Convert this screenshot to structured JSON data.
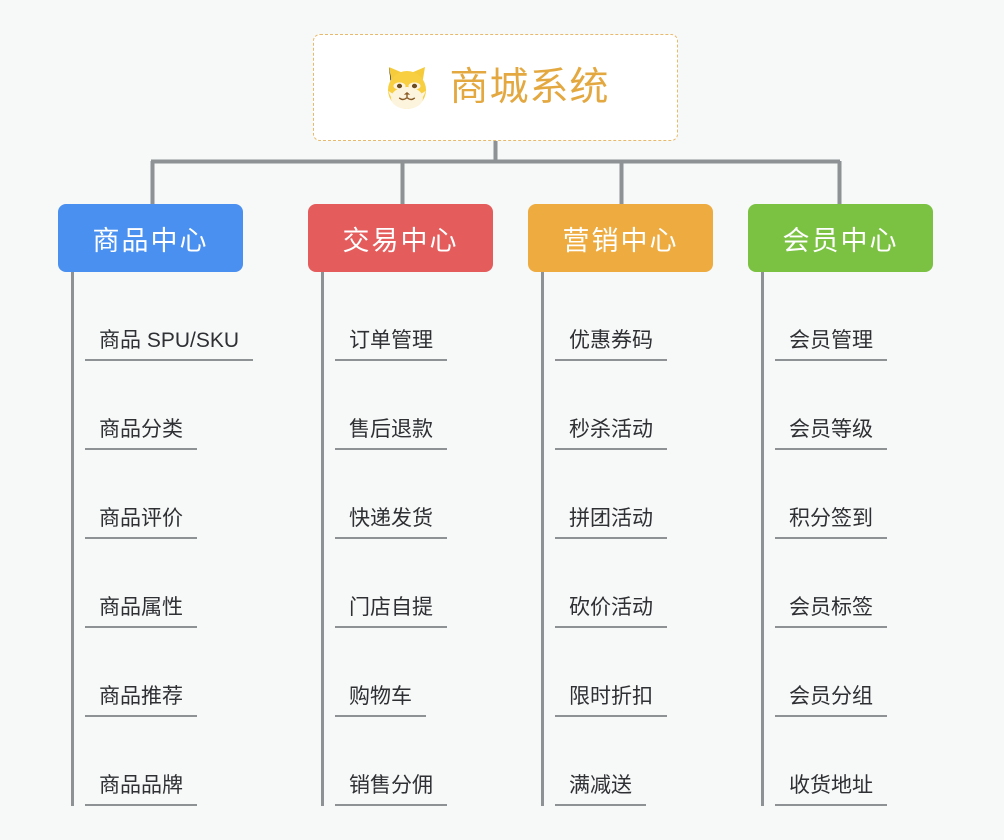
{
  "background_color": "#f7f8f8",
  "root": {
    "title": "商城系统",
    "icon": "shiba-dog-icon",
    "title_color": "#e3a840",
    "border_color": "#e8b96a",
    "background": "#ffffff"
  },
  "connector_color": "#8e9294",
  "columns": [
    {
      "category": "商品中心",
      "color": "#4a90f0",
      "items": [
        "商品 SPU/SKU",
        "商品分类",
        "商品评价",
        "商品属性",
        "商品推荐",
        "商品品牌"
      ]
    },
    {
      "category": "交易中心",
      "color": "#e55c5c",
      "items": [
        "订单管理",
        "售后退款",
        "快递发货",
        "门店自提",
        "购物车",
        "销售分佣"
      ]
    },
    {
      "category": "营销中心",
      "color": "#eeab3f",
      "items": [
        "优惠券码",
        "秒杀活动",
        "拼团活动",
        "砍价活动",
        "限时折扣",
        "满减送"
      ]
    },
    {
      "category": "会员中心",
      "color": "#7bc142",
      "items": [
        "会员管理",
        "会员等级",
        "积分签到",
        "会员标签",
        "会员分组",
        "收货地址"
      ]
    }
  ]
}
